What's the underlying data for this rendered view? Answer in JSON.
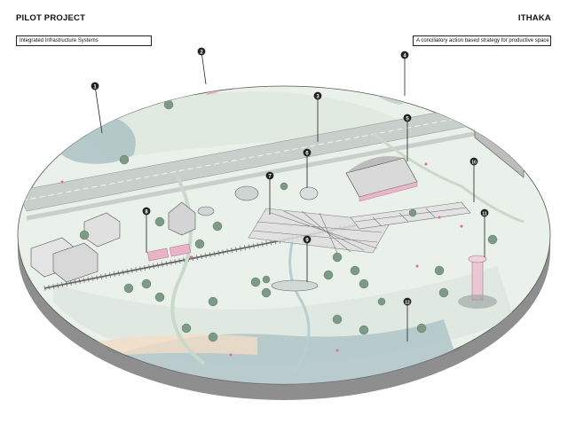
{
  "header": {
    "left_title": "PILOT PROJECT",
    "left_subtitle": "Integrated Infrastructure Systems",
    "right_title": "ITHAKA",
    "right_subtitle": "A conciliatory action based strategy for productive space"
  },
  "markers": [
    "1",
    "2",
    "3",
    "4",
    "5",
    "6",
    "7",
    "8",
    "9",
    "10",
    "11",
    "12"
  ],
  "colors": {
    "ground": "#e9efe9",
    "rim": "#8a8a8a",
    "water": "#a9bfc2",
    "tree": "#7c9a86",
    "pink": "#e6a9c2",
    "sand": "#f2dcc6"
  }
}
